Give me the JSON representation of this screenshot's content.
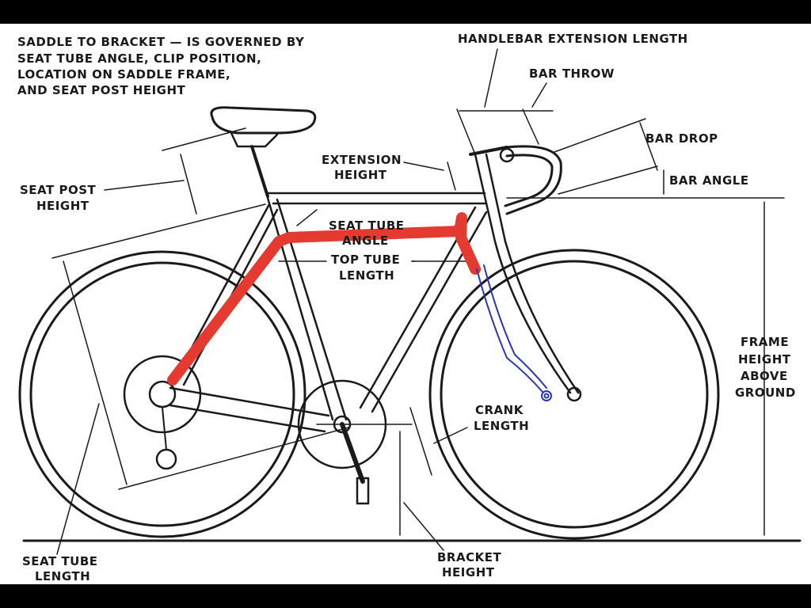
{
  "colors": {
    "ink": "#1a1a1a",
    "red_marker": "#e53a2f",
    "blue_pen": "#2a35b8",
    "frame": "#000000",
    "paper": "#ffffff"
  },
  "labels": {
    "saddle_note": [
      "SADDLE TO BRACKET — IS GOVERNED BY",
      "SEAT TUBE ANGLE, CLIP POSITION,",
      "LOCATION ON SADDLE FRAME,",
      "AND SEAT POST HEIGHT"
    ],
    "handlebar_extension": "HANDLEBAR EXTENSION LENGTH",
    "bar_throw": "BAR THROW",
    "bar_drop": "BAR DROP",
    "bar_angle": "BAR ANGLE",
    "extension_height": [
      "EXTENSION",
      "HEIGHT"
    ],
    "seat_post_height": [
      "SEAT POST",
      "HEIGHT"
    ],
    "seat_tube_angle": [
      "SEAT TUBE",
      "ANGLE"
    ],
    "top_tube_length": [
      "TOP TUBE",
      "LENGTH"
    ],
    "frame_height": [
      "FRAME",
      "HEIGHT",
      "ABOVE",
      "GROUND"
    ],
    "crank_length": [
      "CRANK",
      "LENGTH"
    ],
    "seat_tube_length": [
      "SEAT TUBE",
      "LENGTH"
    ],
    "bracket_height": [
      "BRACKET",
      "HEIGHT"
    ]
  }
}
